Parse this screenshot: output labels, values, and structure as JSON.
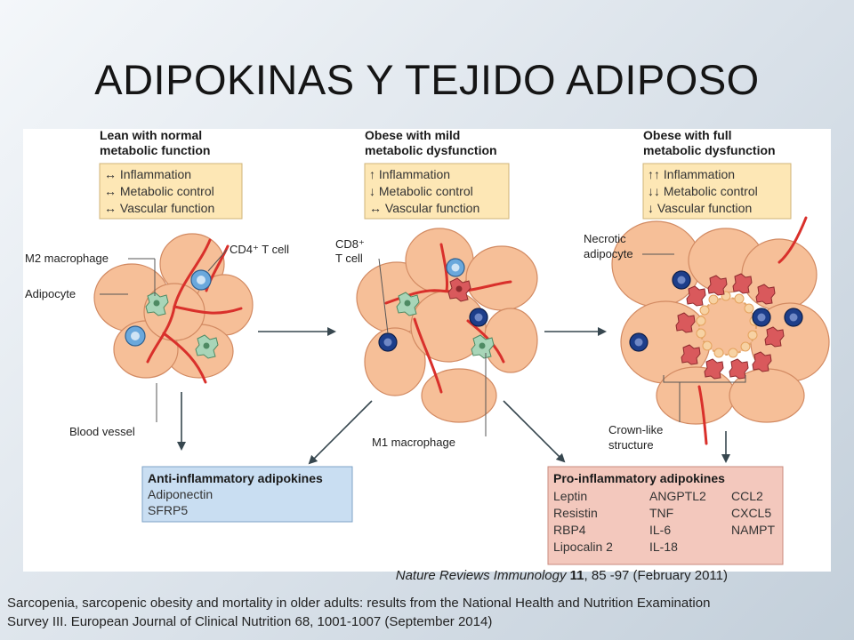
{
  "slide": {
    "title": "ADIPOKINAS Y TEJIDO ADIPOSO",
    "citation_journal": "Nature Reviews Immunology",
    "citation_volume": "11",
    "citation_rest": ", 85 -97 (February 2011)",
    "citation_2_line1": "Sarcopenia, sarcopenic obesity and mortality in older adults: results from the National Health and Nutrition Examination",
    "citation_2_line2": "Survey III. European Journal of Clinical Nutrition 68, 1001-1007 (September 2014)"
  },
  "figure": {
    "panels": [
      {
        "heading_line1": "Lean with normal",
        "heading_line2": "metabolic function",
        "items": [
          "↔ Inflammation",
          "↔ Metabolic control",
          "↔ Vascular function"
        ]
      },
      {
        "heading_line1": "Obese with mild",
        "heading_line2": "metabolic dysfunction",
        "items": [
          "↑ Inflammation",
          "↓ Metabolic control",
          "↔ Vascular function"
        ]
      },
      {
        "heading_line1": "Obese with full",
        "heading_line2": "metabolic dysfunction",
        "items": [
          "↑↑ Inflammation",
          "↓↓ Metabolic control",
          "↓ Vascular function"
        ]
      }
    ],
    "labels": {
      "m2_macrophage": "M2 macrophage",
      "cd4_t_cell": "CD4⁺ T cell",
      "adipocyte": "Adipocyte",
      "blood_vessel": "Blood vessel",
      "cd8_line1": "CD8⁺",
      "cd8_line2": "T cell",
      "m1_macrophage": "M1 macrophage",
      "necrotic_line1": "Necrotic",
      "necrotic_line2": "adipocyte",
      "crown_line1": "Crown-like",
      "crown_line2": "structure"
    },
    "anti_inflammatory": {
      "title": "Anti-inflammatory adipokines",
      "items": [
        "Adiponectin",
        "SFRP5"
      ]
    },
    "pro_inflammatory": {
      "title": "Pro-inflammatory adipokines",
      "col1": [
        "Leptin",
        "Resistin",
        "RBP4",
        "Lipocalin 2"
      ],
      "col2": [
        "ANGPTL2",
        "TNF",
        "IL-6",
        "IL-18"
      ],
      "col3": [
        "CCL2",
        "CXCL5",
        "NAMPT"
      ]
    },
    "colors": {
      "adipocyte": "#f6bf98",
      "adipocyte_stroke": "#d28a62",
      "vessel": "#d9302b",
      "t_cell": "#6aa8dc",
      "cd8_cell": "#1d3e8a",
      "m2_macrophage": "#a8d5b8",
      "m1_macrophage": "#d9595c",
      "status_box": "#fde7b5",
      "anti_box": "#c9def2",
      "pro_box": "#f3c8bd"
    }
  }
}
